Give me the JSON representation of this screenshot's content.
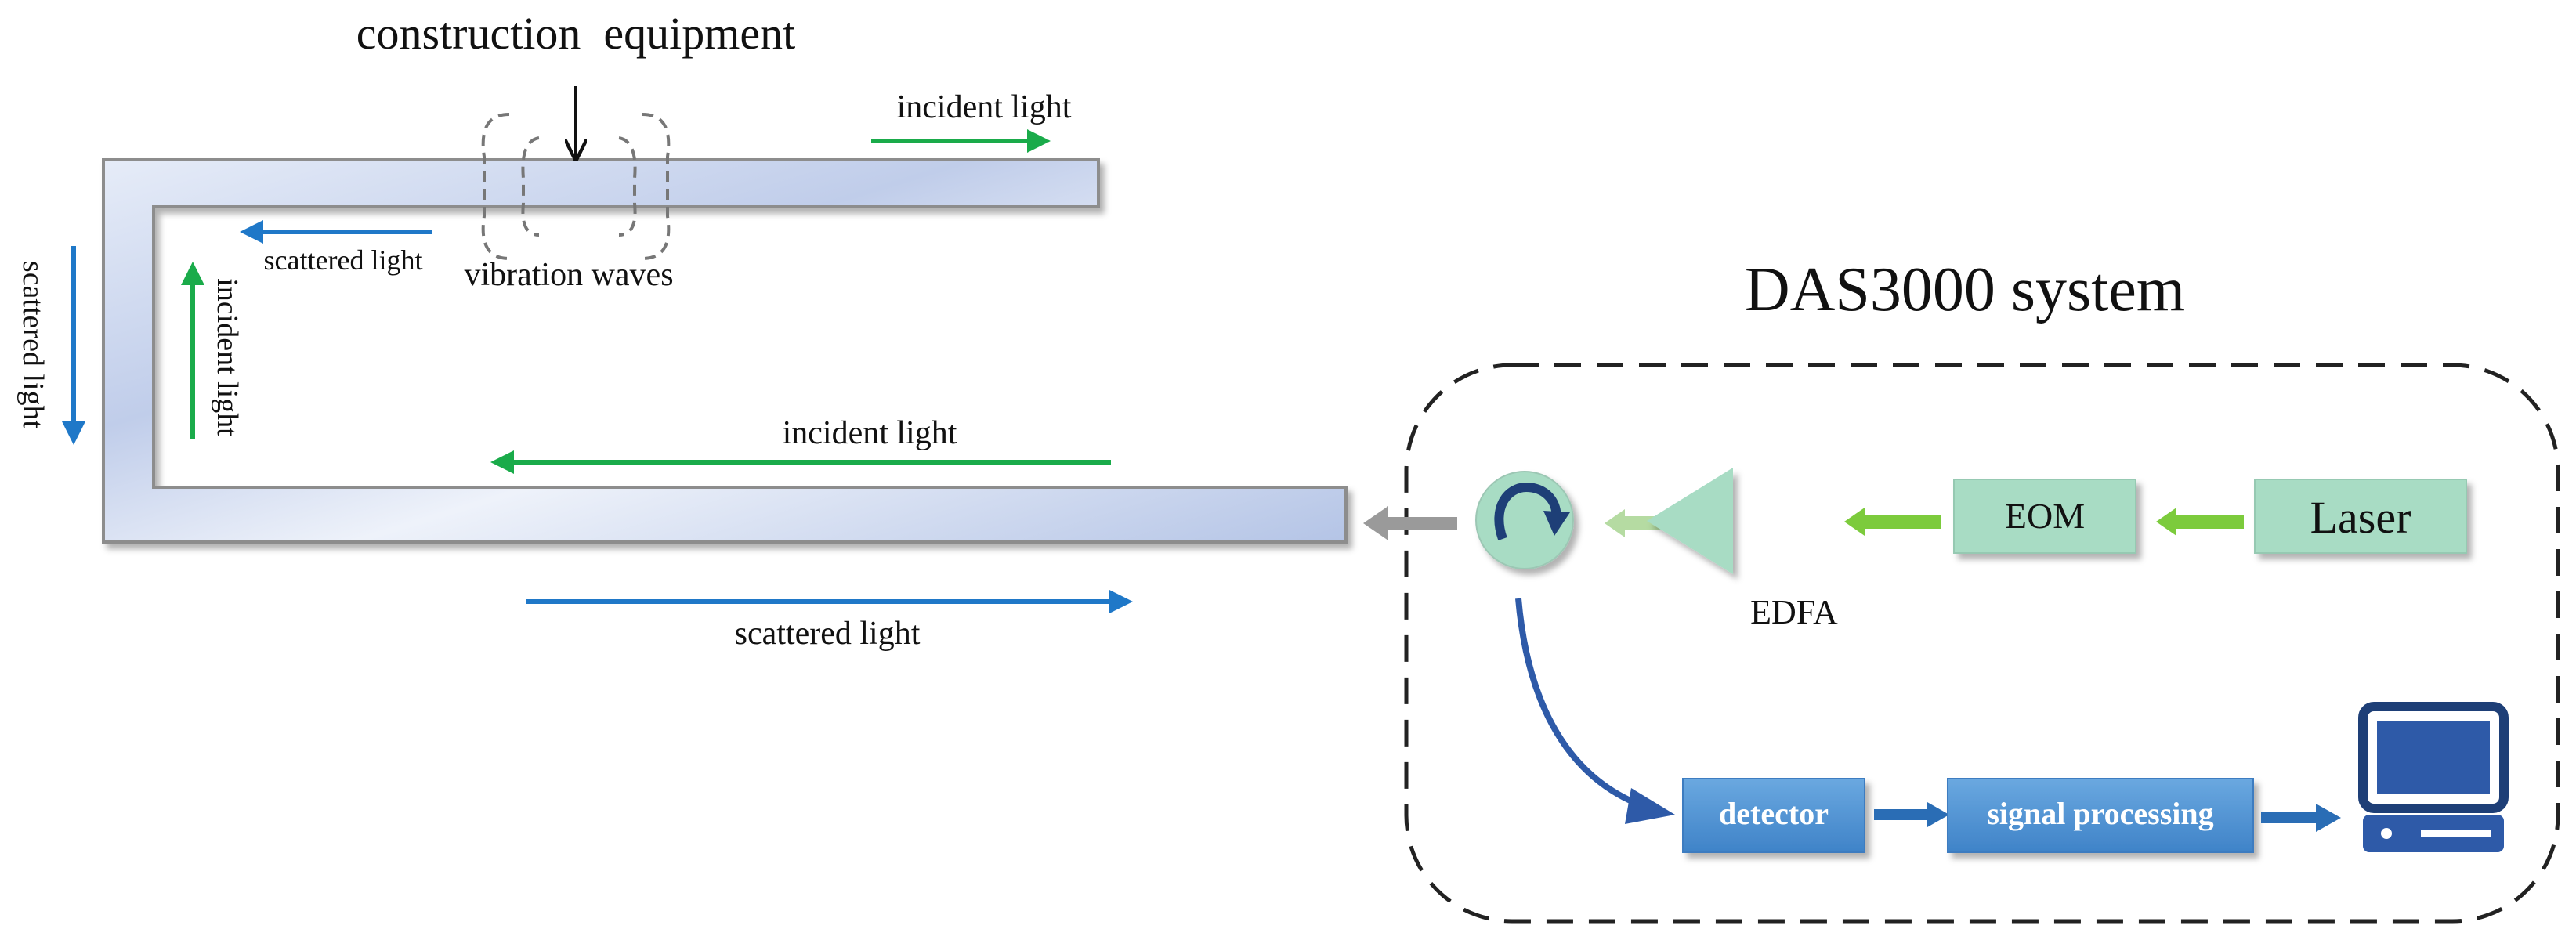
{
  "labels": {
    "construction_equipment": "construction  equipment",
    "vibration_waves": "vibration waves",
    "incident_light_top": "incident light",
    "scattered_light_top": "scattered light",
    "incident_light_vertical": "incident light",
    "scattered_light_vertical": "scattered light",
    "incident_light_bottom": "incident light",
    "scattered_light_bottom": "scattered light"
  },
  "system": {
    "title": "DAS3000 system",
    "components": {
      "laser": "Laser",
      "eom": "EOM",
      "edfa": "EDFA",
      "detector": "detector",
      "signal_processing": "signal processing"
    }
  },
  "colors": {
    "green_arrow": "#1aab4a",
    "blue_arrow": "#1f78c8",
    "mint_box": "#a8dcc4",
    "blue_box": "#5b9bd5",
    "fiber_fill": "#c6d3ec",
    "computer": "#2e5aa8"
  },
  "icons": {
    "circulator": "circulator-icon",
    "computer": "computer-icon",
    "amplifier": "triangle-amplifier-icon"
  }
}
